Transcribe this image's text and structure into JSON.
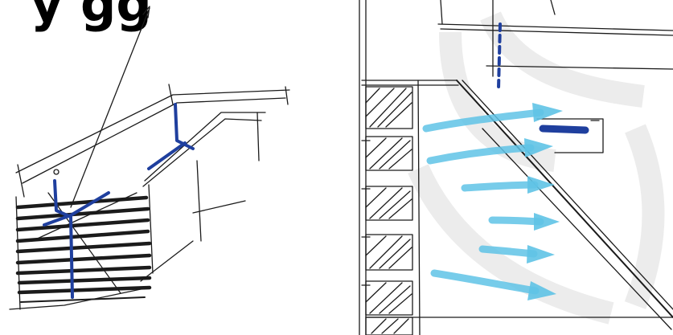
{
  "caption": {
    "text": "y    gg"
  },
  "colors": {
    "ink": "#1b1b1b",
    "blue_pen": "#1f3f9e",
    "cyan_arrow": "#5fc3e6",
    "watermark": "#d9d9d9"
  },
  "left_sketch": {
    "subject": "balcony-with-horizontal-louvres",
    "louvre_count": 10
  },
  "right_sketch": {
    "subject": "section-with-airflow-arrows",
    "airflow_arrow_count": 6,
    "window_count": 6
  }
}
